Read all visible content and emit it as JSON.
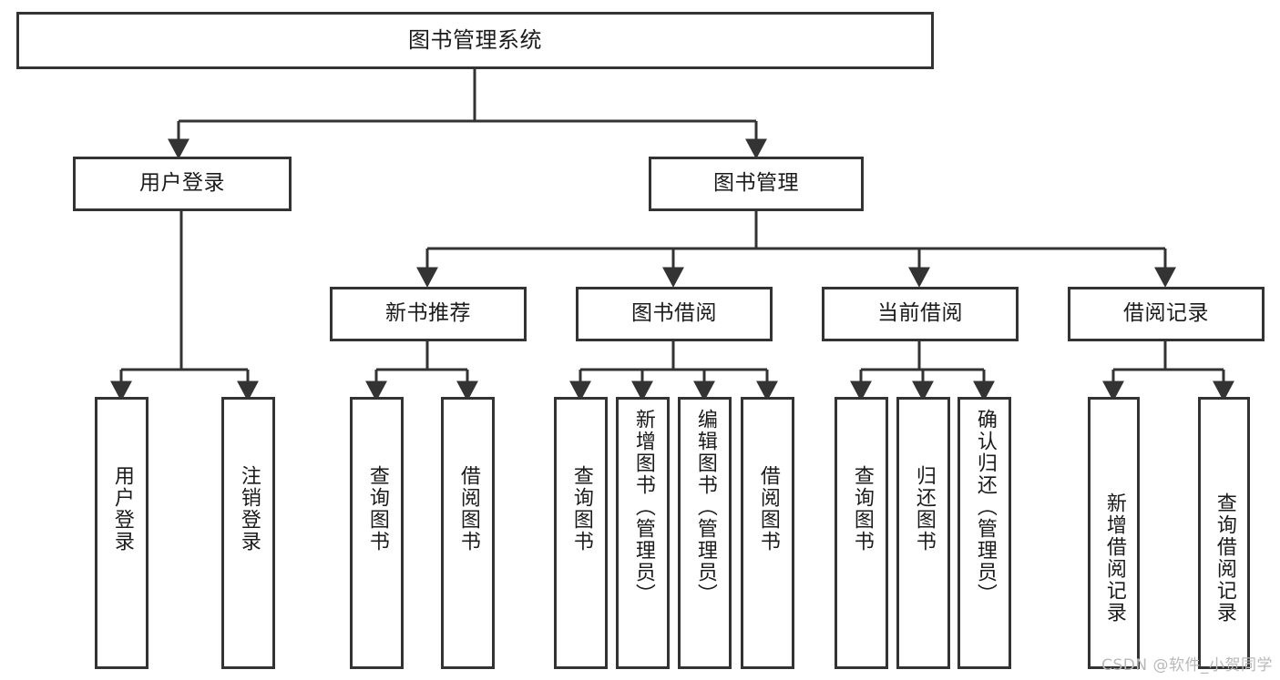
{
  "diagram": {
    "title": "图书管理系统",
    "type": "tree-hierarchy-chart",
    "watermark": "CSDN @软件_小贺同学",
    "colors": {
      "stroke": "#333333",
      "box_fill": "#ffffff",
      "text": "#1b1b1b",
      "watermark": "#b9b9b9",
      "background": "#ffffff"
    },
    "root": {
      "label": "图书管理系统"
    },
    "level1": [
      {
        "label": "用户登录"
      },
      {
        "label": "图书管理"
      }
    ],
    "level2": [
      {
        "label": "新书推荐"
      },
      {
        "label": "图书借阅"
      },
      {
        "label": "当前借阅"
      },
      {
        "label": "借阅记录"
      }
    ],
    "leaves": {
      "user_login": [
        {
          "label": "用户登录"
        },
        {
          "label": "注销登录"
        }
      ],
      "new_book_recommend": [
        {
          "label": "查询图书"
        },
        {
          "label": "借阅图书"
        }
      ],
      "book_borrow": [
        {
          "label": "查询图书"
        },
        {
          "label": "新增图书（管理员）"
        },
        {
          "label": "编辑图书（管理员）"
        },
        {
          "label": "借阅图书"
        }
      ],
      "current_borrow": [
        {
          "label": "查询图书"
        },
        {
          "label": "归还图书"
        },
        {
          "label": "确认归还（管理员）"
        }
      ],
      "borrow_record": [
        {
          "label": "新增借阅记录"
        },
        {
          "label": "查询借阅记录"
        }
      ]
    }
  }
}
